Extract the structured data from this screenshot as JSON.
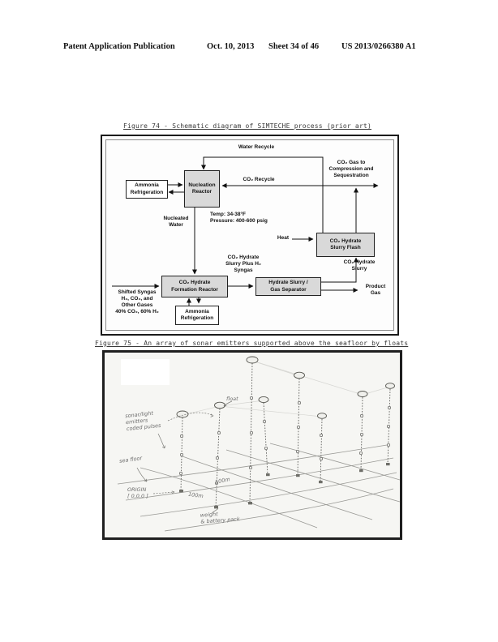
{
  "header": {
    "publication": "Patent Application Publication",
    "date": "Oct. 10, 2013",
    "sheet": "Sheet 34 of 46",
    "patent_number": "US 2013/0266380 A1"
  },
  "figure74": {
    "title": "Figure 74 - Schematic diagram of SIMTECHE process (prior art)",
    "boxes": {
      "nucleation_reactor": "Nucleation\nReactor",
      "ammonia_refrigeration_top": "Ammonia\nRefrigeration",
      "co2_hydrate_slurry_flash": "CO₂ Hydrate\nSlurry Flash",
      "co2_hydrate_formation_reactor": "CO₂ Hydrate\nFormation Reactor",
      "hydrate_slurry_gas_separator": "Hydrate Slurry /\nGas Separator",
      "ammonia_refrigeration_bottom": "Ammonia\nRefrigeration"
    },
    "labels": {
      "water_recycle": "Water Recycle",
      "co2_recycle": "CO₂ Recycle",
      "co2_gas_out": "CO₂ Gas to\nCompression and\nSequestration",
      "nucleated_water": "Nucleated\nWater",
      "conditions": "Temp: 34-38°F\nPressure: 400-600 psig",
      "heat": "Heat",
      "slurry_plus_syngas": "CO₂ Hydrate\nSlurry Plus H₂\nSyngas",
      "co2_hydrate_slurry": "CO₂ Hydrate\nSlurry",
      "product_gas": "Product\nGas",
      "shifted_syngas": "Shifted Syngas\nH₂, CO₂, and\nOther Gases\n40% CO₂, 60% H₂"
    }
  },
  "figure75": {
    "title": "Figure 75 - An array of sonar emitters supported above the seafloor by floats",
    "annotations": {
      "emitters": "sonar/light\nemitters\ncoded pulses",
      "float_label": "float",
      "sea_floor": "sea floor",
      "origin": "ORIGIN\n[ 0,0,0 ]",
      "dim1": "100m",
      "dim2": "100m",
      "weight": "weight\n& battery pack"
    }
  }
}
